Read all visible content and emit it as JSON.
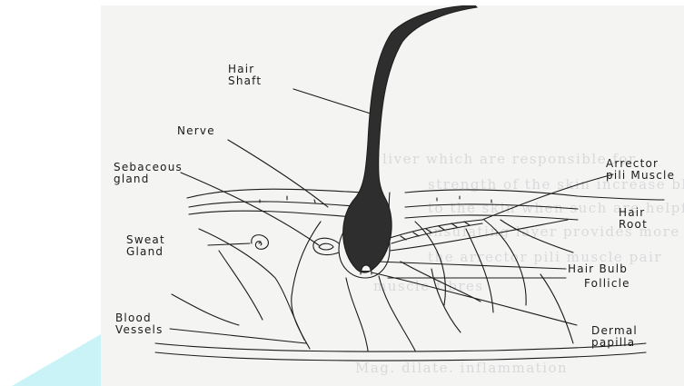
{
  "diagram": {
    "labels": {
      "hair_shaft": "Hair\nShaft",
      "nerve": "Nerve",
      "sebaceous_gland": "Sebaceous\ngland",
      "sweat_gland": "Sweat\nGland",
      "blood_vessels": "Blood\nVessels",
      "arrector_pili": "Arrector\npili Muscle",
      "hair_root": "Hair\nRoot",
      "hair_bulb": "Hair Bulb",
      "follicle": "Follicle",
      "dermal_papilla": "Dermal\npapilla"
    },
    "bleed_through_text": [
      "liver which are responsible for",
      "strength of the skin increase blood",
      "to the skin when such are helpful.",
      "insulating layer provides more heat",
      "the arrector pili muscle pair",
      "muscle fibres",
      "Mag. dilate. inflammation"
    ]
  },
  "colors": {
    "paper": "#f4f4f2",
    "ink": "#1b1b1b",
    "hair_fill": "#2e2e2e",
    "cyan_shape": "#c9f3f7",
    "bleed_through": "#cfcfd4"
  }
}
